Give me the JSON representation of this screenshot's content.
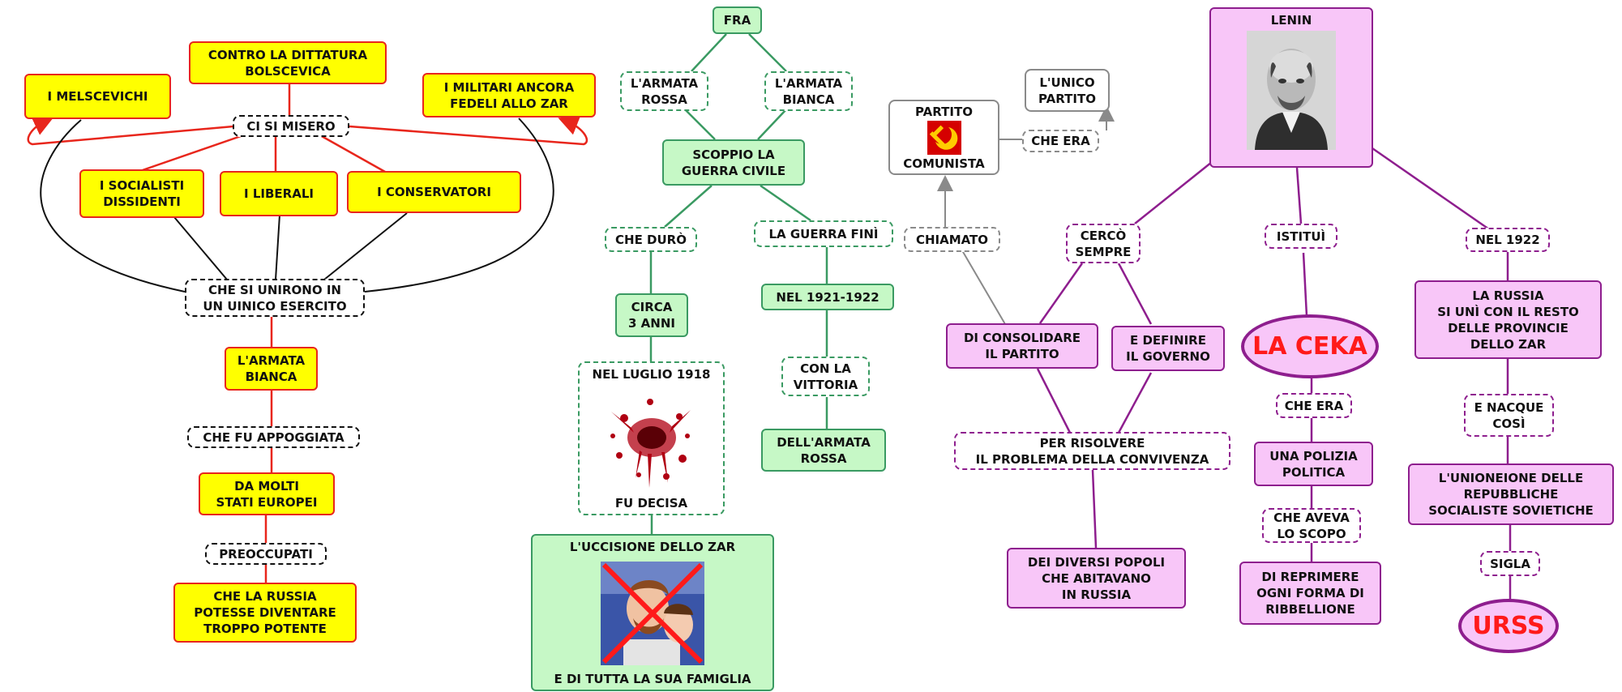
{
  "left": {
    "melscevichi": "I MELSCEVICHI",
    "contro": "CONTRO LA DITTATURA\nBOLSCEVICA",
    "militari": "I MILITARI ANCORA\nFEDELI ALLO ZAR",
    "ci_si_misero": "CI SI MISERO",
    "socialisti": "I SOCIALISTI\nDISSIDENTI",
    "liberali": "I LIBERALI",
    "conservatori": "I CONSERVATORI",
    "unirono": "CHE SI UNIRONO IN\nUN UINICO ESERCITO",
    "armata_bianca": "L'ARMATA\nBIANCA",
    "appoggiata": "CHE FU APPOGGIATA",
    "stati": "DA MOLTI\nSTATI EUROPEI",
    "preoccupati": "PREOCCUPATI",
    "russia_potente": "CHE LA RUSSIA\nPOTESSE DIVENTARE\nTROPPO POTENTE"
  },
  "middle": {
    "fra": "FRA",
    "armata_rossa": "L'ARMATA\nROSSA",
    "armata_bianca": "L'ARMATA\nBIANCA",
    "scoppio": "SCOPPIO LA\nGUERRA CIVILE",
    "duro": "CHE DURÒ",
    "guerra_fini": "LA GUERRA FINÌ",
    "circa": "CIRCA\n3 ANNI",
    "nel_1921": "NEL 1921-1922",
    "luglio_title": "NEL LUGLIO 1918",
    "luglio_caption": "FU DECISA",
    "vittoria": "CON LA\nVITTORIA",
    "dell_armata": "DELL'ARMATA\nROSSA",
    "uccisione_title": "L'UCCISIONE DELLO ZAR",
    "uccisione_caption": "E DI TUTTA LA SUA FAMIGLIA"
  },
  "right": {
    "partito_top": "PARTITO",
    "partito_bottom": "COMUNISTA",
    "unico": "L'UNICO\nPARTITO",
    "che_era_1": "CHE ERA",
    "chiamato": "CHIAMATO",
    "cerco": "CERCÒ\nSEMPRE",
    "consolidare": "DI CONSOLIDARE\nIL PARTITO",
    "definire": "E DEFINIRE\nIL GOVERNO",
    "risolvere": "PER RISOLVERE\nIL PROBLEMA DELLA CONVIVENZA",
    "popoli": "DEI DIVERSI POPOLI\nCHE ABITAVANO\nIN RUSSIA",
    "lenin": "LENIN",
    "istitui": "ISTITUÌ",
    "ceka": "LA CEKA",
    "che_era_2": "CHE ERA",
    "polizia": "UNA POLIZIA\nPOLITICA",
    "scopo": "CHE AVEVA\nLO SCOPO",
    "reprimere": "DI REPRIMERE\nOGNI FORMA DI\nRIBBELLIONE",
    "nel_1922": "NEL 1922",
    "si_uni": "LA RUSSIA\nSI UNÌ CON IL RESTO\nDELLE PROVINCIE\nDELLO ZAR",
    "nacque": "E NACQUE\nCOSÌ",
    "unione": "L'UNIONEIONE DELLE\nREPUBBLICHE\nSOCIALISTE SOVIETICHE",
    "sigla": "SIGLA",
    "urss": "URSS"
  },
  "colors": {
    "yellow_fill": "#ffff00",
    "red_line": "#e8261c",
    "green_fill": "#c6f8c6",
    "green_line": "#3a9a62",
    "pink_fill": "#f8c6f8",
    "purple_line": "#8e1e8e",
    "gray_line": "#8a8a8a",
    "ceka_text": "#ff1a1a"
  },
  "icons": [
    "hammer-sickle-icon",
    "blood-splatter-image",
    "tsar-portrait-image",
    "lenin-portrait-image"
  ]
}
